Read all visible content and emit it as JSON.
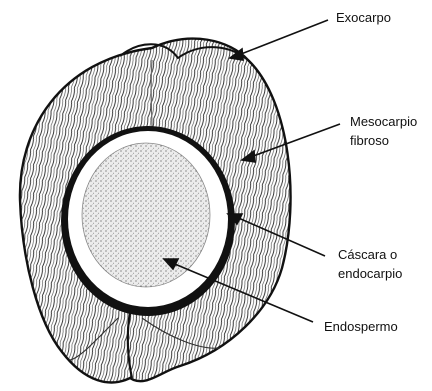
{
  "labels": {
    "exocarp": "Exocarpo",
    "mesocarp": "Mesocarpio\nfibroso",
    "shell": "Cáscara o\nendocarpio",
    "endosperm": "Endospermo"
  },
  "colors": {
    "ink": "#111111",
    "background": "#ffffff",
    "endosperm_fill": "#ececec"
  }
}
